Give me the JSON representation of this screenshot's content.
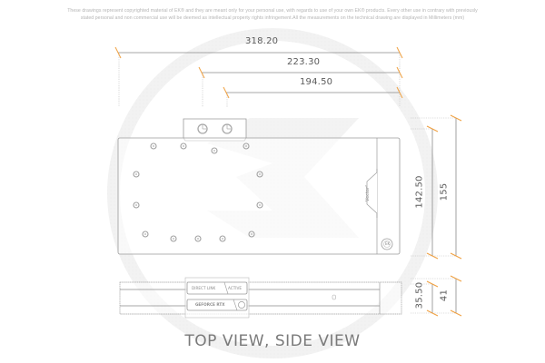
{
  "disclaimer": {
    "line1": "These drawings represent copyrighted material of EK® and they are meant only for your personal use, with regards to use of your own EK® products. Every other use in contrary with previously",
    "line2": "stated personal and non commercial use will be deemed as intellectual property rights infringement.All the measurements on the technical drawing are displayed in Millimeters (mm)"
  },
  "dimensions": {
    "overall_length": "318.20",
    "terminal_to_end": "223.30",
    "port_to_end": "194.50",
    "block_height": "142.50",
    "overall_height": "155",
    "block_thickness": "35.50",
    "overall_thickness": "41"
  },
  "labels": {
    "vector_logo": "Vector²",
    "direct_link": "DIRECT LINK",
    "active": "ACTIVE",
    "geforce": "GEFORCE RTX",
    "ek_badge": "EK"
  },
  "title": "TOP VIEW, SIDE VIEW",
  "colors": {
    "dimension_tick": "#f0a040",
    "line": "#8a8a8a",
    "watermark": "#efefef",
    "text": "#5a5a5a"
  }
}
